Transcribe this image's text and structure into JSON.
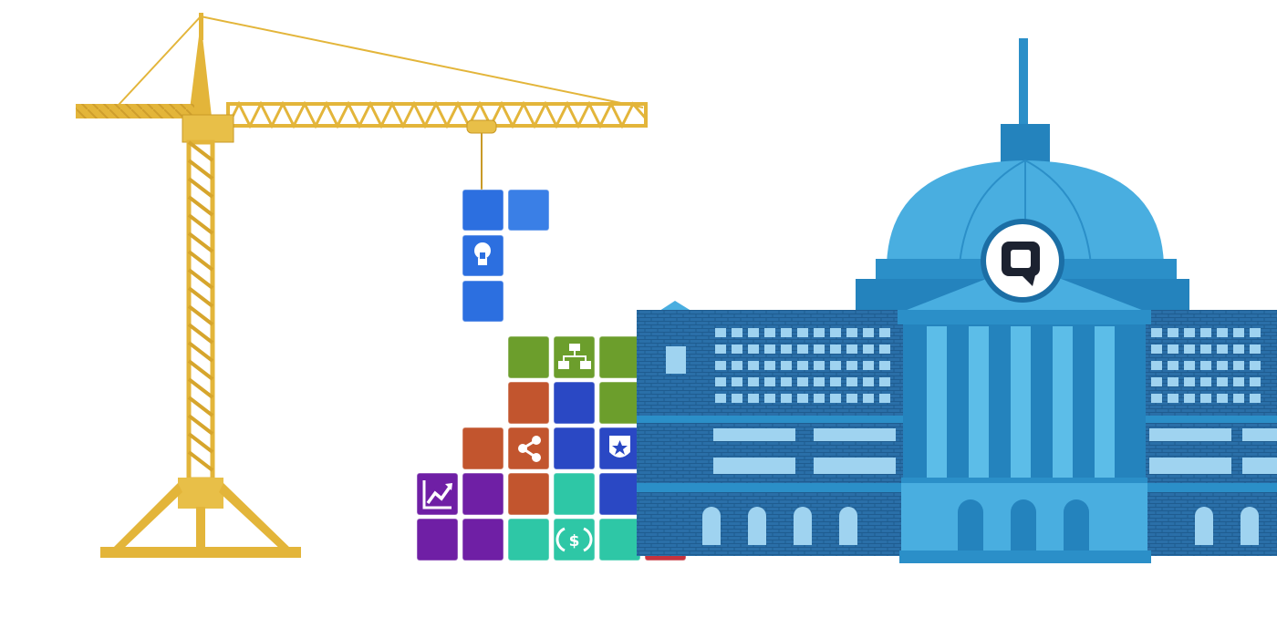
{
  "illustration": {
    "subject": "",
    "colors": {
      "crane": "#e3b53a",
      "crane_dark": "#b8871f",
      "building": "#2b8fc8",
      "building_dark": "#1b5f8f",
      "building_light": "#49aee0",
      "brick": "#2a6fa8",
      "window": "#9fd3f0",
      "tile_blue": "#2c6fe0",
      "tile_green": "#6c9e2c",
      "tile_orange": "#c2552e",
      "tile_red": "#c7333d",
      "tile_purple": "#6f1fa5",
      "tile_teal": "#2ec7a6",
      "tile_indigo": "#2a48c4"
    },
    "tiles": [
      {
        "name": "tile-hanging-1",
        "color": "tile_blue",
        "icon": ""
      },
      {
        "name": "tile-hanging-2",
        "color": "tile_blue",
        "icon": ""
      },
      {
        "name": "tile-hanging-3",
        "color": "tile_blue",
        "icon": "lightbulb-icon"
      },
      {
        "name": "tile-hanging-4",
        "color": "tile_blue",
        "icon": ""
      },
      {
        "name": "tile-stack-org-chart",
        "color": "tile_green",
        "icon": "org-chart-icon"
      },
      {
        "name": "tile-stack-share",
        "color": "tile_orange",
        "icon": "share-icon"
      },
      {
        "name": "tile-stack-badge",
        "color": "tile_indigo",
        "icon": "police-badge-icon"
      },
      {
        "name": "tile-stack-growth",
        "color": "tile_purple",
        "icon": "growth-chart-icon"
      },
      {
        "name": "tile-stack-money",
        "color": "tile_teal",
        "icon": "money-cycle-icon"
      },
      {
        "name": "tile-stack-chat-user",
        "color": "tile_red",
        "icon": "chat-user-icon"
      }
    ],
    "dome_logo": "chat-bubble-logo-icon"
  }
}
